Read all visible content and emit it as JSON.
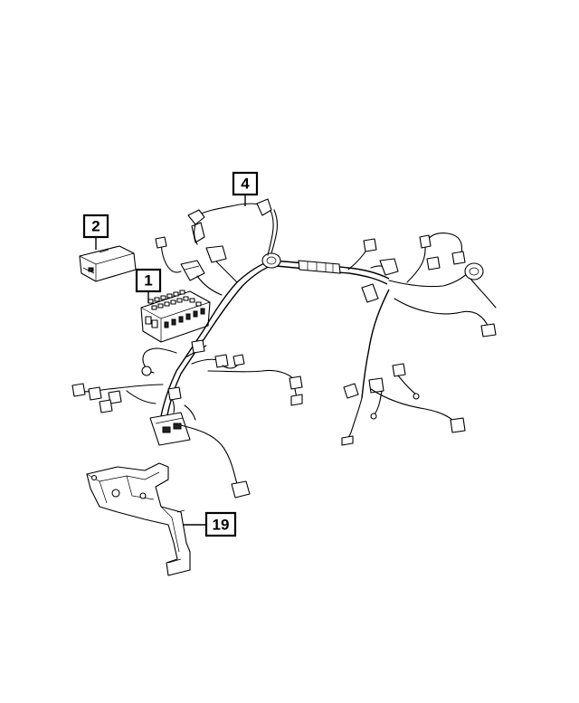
{
  "callouts": [
    {
      "id": "1",
      "label": "1"
    },
    {
      "id": "2",
      "label": "2"
    },
    {
      "id": "4",
      "label": "4"
    },
    {
      "id": "19",
      "label": "19"
    }
  ],
  "parts": [
    {
      "callout": "1",
      "name": "fuse-relay-block"
    },
    {
      "callout": "2",
      "name": "fuse-block-cover"
    },
    {
      "callout": "4",
      "name": "instrument-panel-wiring-harness"
    },
    {
      "callout": "19",
      "name": "mounting-bracket"
    }
  ]
}
